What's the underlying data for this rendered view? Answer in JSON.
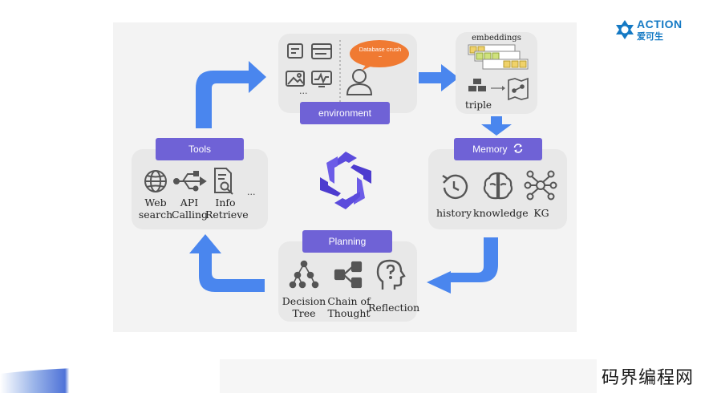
{
  "brand": {
    "logo_text": "ACTION",
    "logo_sub": "爱可生",
    "logo_color": "#1479c4"
  },
  "colors": {
    "accent": "#6f62d6",
    "arrow": "#4a86ee",
    "card": "#e8e8e8",
    "bubble": "#f07a32"
  },
  "environment": {
    "title": "environment",
    "bubble_text": "Database crush ~",
    "icons": [
      "note-icon",
      "browser-window-icon",
      "image-icon",
      "monitor-chart-icon",
      "user-icon"
    ],
    "ellipsis": "···"
  },
  "embeddings": {
    "title": "embeddings",
    "triple_label": "triple"
  },
  "memory": {
    "title": "Memory",
    "items": [
      {
        "icon": "history-icon",
        "label": "history"
      },
      {
        "icon": "brain-icon",
        "label": "knowledge"
      },
      {
        "icon": "network-icon",
        "label": "KG"
      }
    ]
  },
  "planning": {
    "title": "Planning",
    "items": [
      {
        "icon": "decision-tree-icon",
        "label_line1": "Decision",
        "label_line2": "Tree"
      },
      {
        "icon": "chain-of-thought-icon",
        "label_line1": "Chain of",
        "label_line2": "Thought"
      },
      {
        "icon": "reflection-icon",
        "label_line1": "Reflection",
        "label_line2": ""
      }
    ]
  },
  "tools": {
    "title": "Tools",
    "items": [
      {
        "icon": "globe-icon",
        "label_line1": "Web",
        "label_line2": "search"
      },
      {
        "icon": "usb-icon",
        "label_line1": "API",
        "label_line2": "Calling"
      },
      {
        "icon": "document-search-icon",
        "label_line1": "Info",
        "label_line2": "Retrieve"
      }
    ],
    "ellipsis": "···"
  },
  "watermark": {
    "text": "码界编程网"
  }
}
